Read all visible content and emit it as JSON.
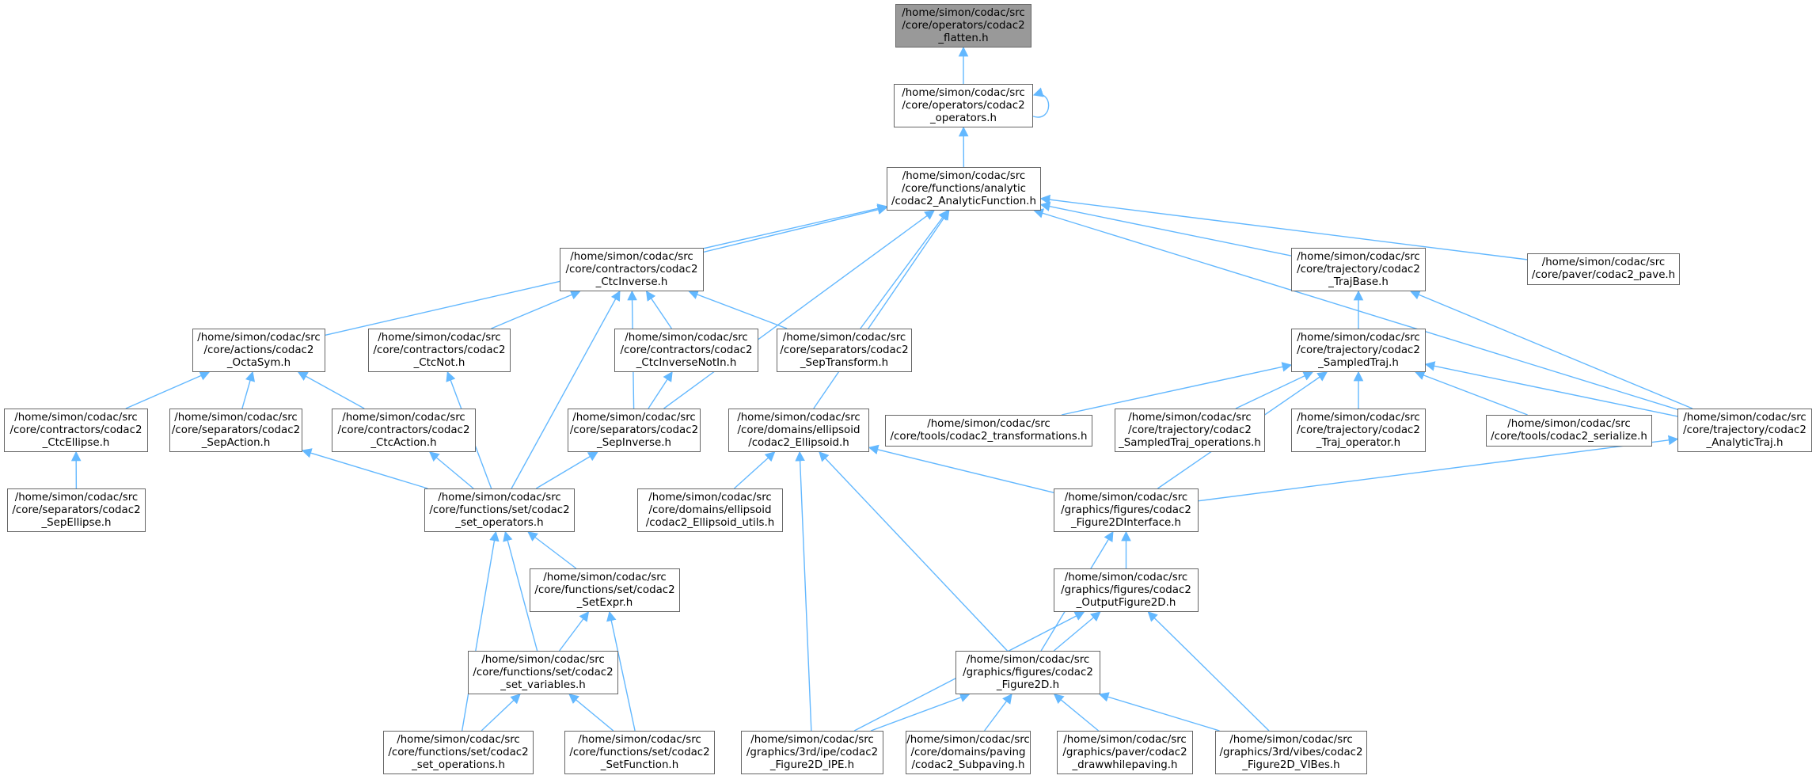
{
  "colors": {
    "edge": "#63b8ff",
    "node_border": "#666666",
    "root_fill": "#999999",
    "node_fill": "#ffffff"
  },
  "nodes": [
    {
      "id": "flatten",
      "root": true,
      "lines": [
        "/home/simon/codac/src",
        "/core/operators/codac2",
        "_flatten.h"
      ]
    },
    {
      "id": "operators",
      "lines": [
        "/home/simon/codac/src",
        "/core/operators/codac2",
        "_operators.h"
      ]
    },
    {
      "id": "analytic",
      "lines": [
        "/home/simon/codac/src",
        "/core/functions/analytic",
        "/codac2_AnalyticFunction.h"
      ]
    },
    {
      "id": "ctcinverse",
      "lines": [
        "/home/simon/codac/src",
        "/core/contractors/codac2",
        "_CtcInverse.h"
      ]
    },
    {
      "id": "trajbase",
      "lines": [
        "/home/simon/codac/src",
        "/core/trajectory/codac2",
        "_TrajBase.h"
      ]
    },
    {
      "id": "pave",
      "lines": [
        "/home/simon/codac/src",
        "/core/paver/codac2_pave.h"
      ]
    },
    {
      "id": "octasym",
      "lines": [
        "/home/simon/codac/src",
        "/core/actions/codac2",
        "_OctaSym.h"
      ]
    },
    {
      "id": "ctcnot",
      "lines": [
        "/home/simon/codac/src",
        "/core/contractors/codac2",
        "_CtcNot.h"
      ]
    },
    {
      "id": "ctcinversenotin",
      "lines": [
        "/home/simon/codac/src",
        "/core/contractors/codac2",
        "_CtcInverseNotIn.h"
      ]
    },
    {
      "id": "septransform",
      "lines": [
        "/home/simon/codac/src",
        "/core/separators/codac2",
        "_SepTransform.h"
      ]
    },
    {
      "id": "sampledtraj",
      "lines": [
        "/home/simon/codac/src",
        "/core/trajectory/codac2",
        "_SampledTraj.h"
      ]
    },
    {
      "id": "ctcellipse",
      "lines": [
        "/home/simon/codac/src",
        "/core/contractors/codac2",
        "_CtcEllipse.h"
      ]
    },
    {
      "id": "sepaction",
      "lines": [
        "/home/simon/codac/src",
        "/core/separators/codac2",
        "_SepAction.h"
      ]
    },
    {
      "id": "ctcaction",
      "lines": [
        "/home/simon/codac/src",
        "/core/contractors/codac2",
        "_CtcAction.h"
      ]
    },
    {
      "id": "sepinverse",
      "lines": [
        "/home/simon/codac/src",
        "/core/separators/codac2",
        "_SepInverse.h"
      ]
    },
    {
      "id": "ellipsoid",
      "lines": [
        "/home/simon/codac/src",
        "/core/domains/ellipsoid",
        "/codac2_Ellipsoid.h"
      ]
    },
    {
      "id": "transformations",
      "lines": [
        "/home/simon/codac/src",
        "/core/tools/codac2_transformations.h"
      ]
    },
    {
      "id": "sampledtrajops",
      "lines": [
        "/home/simon/codac/src",
        "/core/trajectory/codac2",
        "_SampledTraj_operations.h"
      ]
    },
    {
      "id": "trajop",
      "lines": [
        "/home/simon/codac/src",
        "/core/trajectory/codac2",
        "_Traj_operator.h"
      ]
    },
    {
      "id": "serialize",
      "lines": [
        "/home/simon/codac/src",
        "/core/tools/codac2_serialize.h"
      ]
    },
    {
      "id": "analytictraj",
      "lines": [
        "/home/simon/codac/src",
        "/core/trajectory/codac2",
        "_AnalyticTraj.h"
      ]
    },
    {
      "id": "sepellipse",
      "lines": [
        "/home/simon/codac/src",
        "/core/separators/codac2",
        "_SepEllipse.h"
      ]
    },
    {
      "id": "setoperators",
      "lines": [
        "/home/simon/codac/src",
        "/core/functions/set/codac2",
        "_set_operators.h"
      ]
    },
    {
      "id": "ellipsoidutils",
      "lines": [
        "/home/simon/codac/src",
        "/core/domains/ellipsoid",
        "/codac2_Ellipsoid_utils.h"
      ]
    },
    {
      "id": "fig2dinterface",
      "lines": [
        "/home/simon/codac/src",
        "/graphics/figures/codac2",
        "_Figure2DInterface.h"
      ]
    },
    {
      "id": "setexpr",
      "lines": [
        "/home/simon/codac/src",
        "/core/functions/set/codac2",
        "_SetExpr.h"
      ]
    },
    {
      "id": "outputfig2d",
      "lines": [
        "/home/simon/codac/src",
        "/graphics/figures/codac2",
        "_OutputFigure2D.h"
      ]
    },
    {
      "id": "setvariables",
      "lines": [
        "/home/simon/codac/src",
        "/core/functions/set/codac2",
        "_set_variables.h"
      ]
    },
    {
      "id": "figure2d",
      "lines": [
        "/home/simon/codac/src",
        "/graphics/figures/codac2",
        "_Figure2D.h"
      ]
    },
    {
      "id": "setoperations",
      "lines": [
        "/home/simon/codac/src",
        "/core/functions/set/codac2",
        "_set_operations.h"
      ]
    },
    {
      "id": "setfunction",
      "lines": [
        "/home/simon/codac/src",
        "/core/functions/set/codac2",
        "_SetFunction.h"
      ]
    },
    {
      "id": "ipe",
      "lines": [
        "/home/simon/codac/src",
        "/graphics/3rd/ipe/codac2",
        "_Figure2D_IPE.h"
      ]
    },
    {
      "id": "subpaving",
      "lines": [
        "/home/simon/codac/src",
        "/core/domains/paving",
        "/codac2_Subpaving.h"
      ]
    },
    {
      "id": "drawwhilepaving",
      "lines": [
        "/home/simon/codac/src",
        "/graphics/paver/codac2",
        "_drawwhilepaving.h"
      ]
    },
    {
      "id": "vibes",
      "lines": [
        "/home/simon/codac/src",
        "/graphics/3rd/vibes/codac2",
        "_Figure2D_VIBes.h"
      ]
    }
  ],
  "edges": [
    [
      "operators",
      "flatten"
    ],
    [
      "operators",
      "operators"
    ],
    [
      "analytic",
      "operators"
    ],
    [
      "ctcinverse",
      "analytic"
    ],
    [
      "trajbase",
      "analytic"
    ],
    [
      "pave",
      "analytic"
    ],
    [
      "octasym",
      "analytic"
    ],
    [
      "septransform",
      "analytic"
    ],
    [
      "sepinverse",
      "analytic"
    ],
    [
      "ellipsoid",
      "analytic"
    ],
    [
      "analytictraj",
      "analytic"
    ],
    [
      "ctcnot",
      "ctcinverse"
    ],
    [
      "ctcinversenotin",
      "ctcinverse"
    ],
    [
      "septransform",
      "ctcinverse"
    ],
    [
      "sepinverse",
      "ctcinverse"
    ],
    [
      "setoperators",
      "ctcinverse"
    ],
    [
      "sampledtraj",
      "trajbase"
    ],
    [
      "analytictraj",
      "trajbase"
    ],
    [
      "ctcellipse",
      "octasym"
    ],
    [
      "sepaction",
      "octasym"
    ],
    [
      "ctcaction",
      "octasym"
    ],
    [
      "sepinverse",
      "ctcinversenotin"
    ],
    [
      "setoperators",
      "ctcnot"
    ],
    [
      "transformations",
      "sampledtraj"
    ],
    [
      "sampledtrajops",
      "sampledtraj"
    ],
    [
      "trajop",
      "sampledtraj"
    ],
    [
      "serialize",
      "sampledtraj"
    ],
    [
      "analytictraj",
      "sampledtraj"
    ],
    [
      "fig2dinterface",
      "sampledtraj"
    ],
    [
      "sepellipse",
      "ctcellipse"
    ],
    [
      "setoperators",
      "sepaction"
    ],
    [
      "setoperators",
      "ctcaction"
    ],
    [
      "setoperators",
      "sepinverse"
    ],
    [
      "ellipsoidutils",
      "ellipsoid"
    ],
    [
      "fig2dinterface",
      "ellipsoid"
    ],
    [
      "ipe",
      "ellipsoid"
    ],
    [
      "figure2d",
      "ellipsoid"
    ],
    [
      "fig2dinterface",
      "analytictraj"
    ],
    [
      "setexpr",
      "setoperators"
    ],
    [
      "setvariables",
      "setoperators"
    ],
    [
      "setoperations",
      "setoperators"
    ],
    [
      "outputfig2d",
      "fig2dinterface"
    ],
    [
      "figure2d",
      "fig2dinterface"
    ],
    [
      "setvariables",
      "setexpr"
    ],
    [
      "setfunction",
      "setexpr"
    ],
    [
      "figure2d",
      "outputfig2d"
    ],
    [
      "ipe",
      "outputfig2d"
    ],
    [
      "vibes",
      "outputfig2d"
    ],
    [
      "setoperations",
      "setvariables"
    ],
    [
      "setfunction",
      "setvariables"
    ],
    [
      "ipe",
      "figure2d"
    ],
    [
      "subpaving",
      "figure2d"
    ],
    [
      "drawwhilepaving",
      "figure2d"
    ],
    [
      "vibes",
      "figure2d"
    ]
  ]
}
